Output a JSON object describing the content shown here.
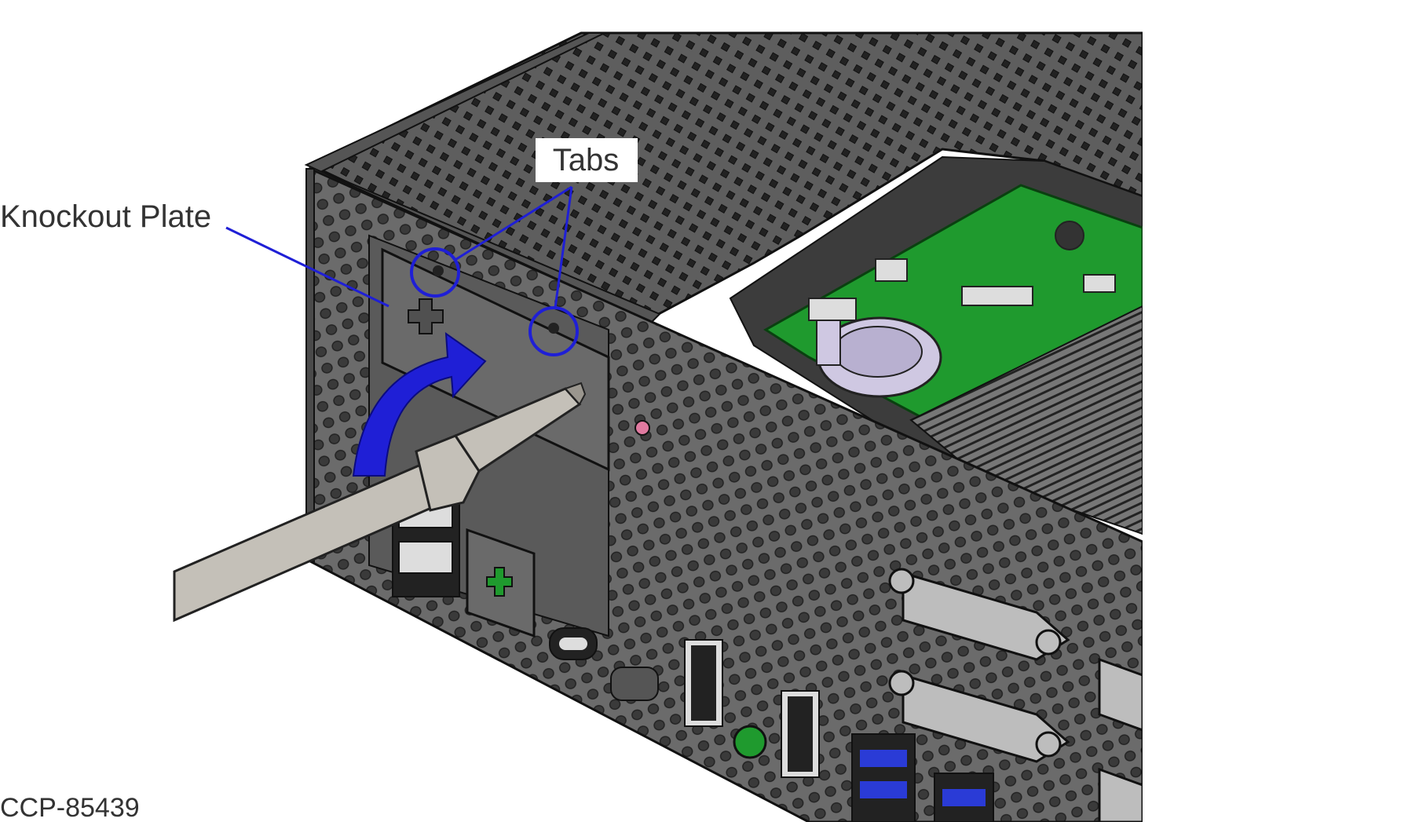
{
  "callouts": {
    "knockout_plate": "Knockout Plate",
    "tabs": "Tabs"
  },
  "figure_code": "CCP-85439",
  "colors": {
    "chassis": "#6b6b6b",
    "chassis_dark": "#4a4a4a",
    "pcb": "#1f9a2e",
    "leader_line": "#1f1fd6",
    "arrow": "#1f1fd6",
    "screwdriver": "#c4c0b8",
    "usb_blue": "#2a3bd6",
    "led_pink": "#e07aa0"
  },
  "icons": [
    "rotation-arrow-icon",
    "screwdriver-icon",
    "tab-circle-icon"
  ]
}
